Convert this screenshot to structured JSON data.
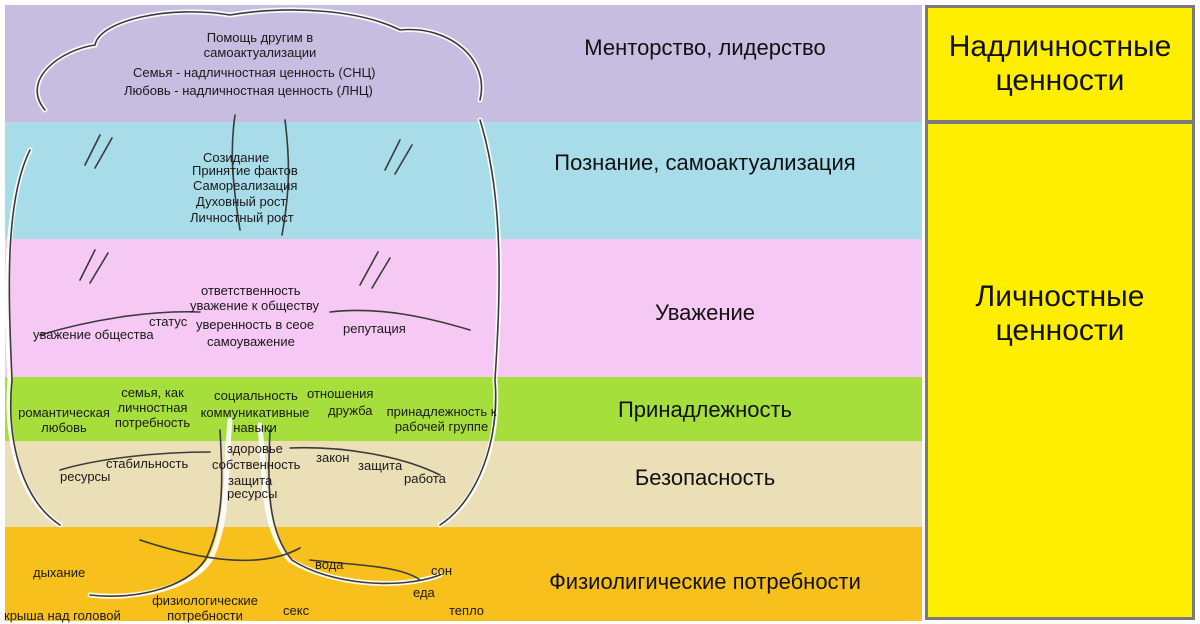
{
  "bands": [
    {
      "label": "Менторство, лидерство",
      "color": "#c6bde0"
    },
    {
      "label": "Познание, самоактуализация",
      "color": "#a8dce8"
    },
    {
      "label": "Уважение",
      "color": "#f6c8f4"
    },
    {
      "label": "Принадлежность",
      "color": "#a6df3c"
    },
    {
      "label": "Безопасность",
      "color": "#ebdfb8"
    },
    {
      "label": "Физиолигические потребности",
      "color": "#f7c01c"
    }
  ],
  "side": {
    "top": "Надличностные ценности",
    "bottom": "Личностные ценности",
    "color": "#ffee00"
  },
  "words": {
    "crown": [
      "Помощь другим в самоактуализации",
      "Семья - надличностная ценность (СНЦ)",
      "Любовь - надличностная ценность (ЛНЦ)"
    ],
    "cognition": [
      "Созидание",
      "Принятие фактов",
      "Самореализация",
      "Духовный рост",
      "Личностный рост"
    ],
    "esteem": [
      "ответственность",
      "уважение к обществу",
      "уверенность в сеое",
      "самоуважение",
      "статус",
      "уважение общества",
      "репутация"
    ],
    "belonging": [
      "семья, как личностная потребность",
      "социальность",
      "коммуникативные навыки",
      "отношения",
      "дружба",
      "романтическая любовь",
      "принадлежность к рабочей группе"
    ],
    "safety": [
      "здоровье",
      "собственность",
      "защита",
      "ресурсы",
      "стабильность",
      "ресурсы",
      "закон",
      "защита",
      "работа"
    ],
    "physio": [
      "дыхание",
      "вода",
      "сон",
      "еда",
      "тепло",
      "физиологические потребности",
      "секс",
      "крыша над головой"
    ]
  }
}
